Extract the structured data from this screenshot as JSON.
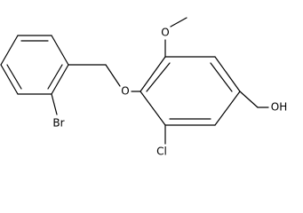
{
  "molecule": {
    "atoms": {
      "methoxy_o": "O",
      "ether_o": "O",
      "bromine": "Br",
      "chlorine": "Cl",
      "hydroxyl": "OH"
    }
  }
}
